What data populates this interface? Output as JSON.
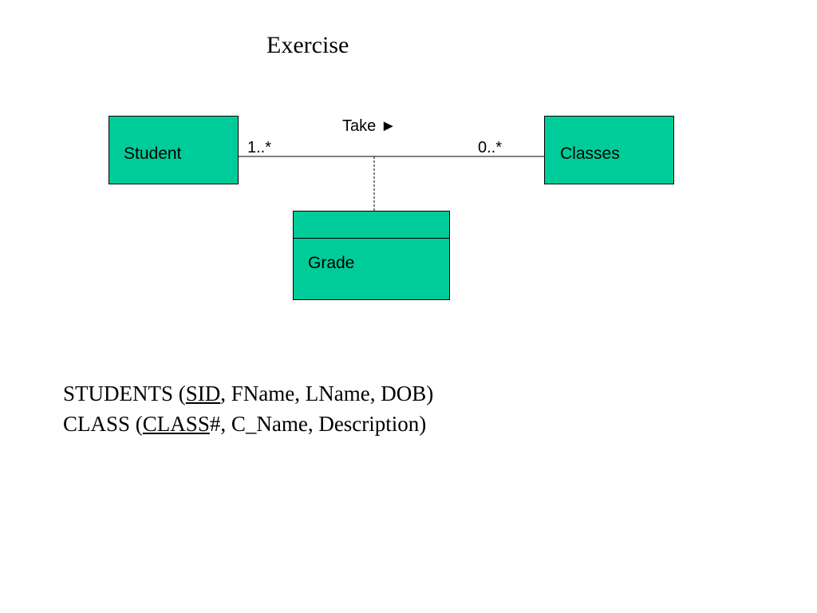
{
  "title": "Exercise",
  "colors": {
    "entity_fill": "#00CC99",
    "line": "#000000"
  },
  "entities": {
    "student": {
      "label": "Student"
    },
    "classes": {
      "label": "Classes"
    },
    "grade": {
      "label": "Grade"
    }
  },
  "association": {
    "label": "Take",
    "direction_glyph": "►",
    "left_multiplicity": "1..*",
    "right_multiplicity": "0..*"
  },
  "schemas": [
    {
      "table": "STUDENTS",
      "open": " (",
      "key": "SID",
      "rest": ", FName, LName, DOB)"
    },
    {
      "table": "CLASS",
      "open": " (",
      "key": "CLASS",
      "rest": "#, C_Name, Description)"
    }
  ]
}
